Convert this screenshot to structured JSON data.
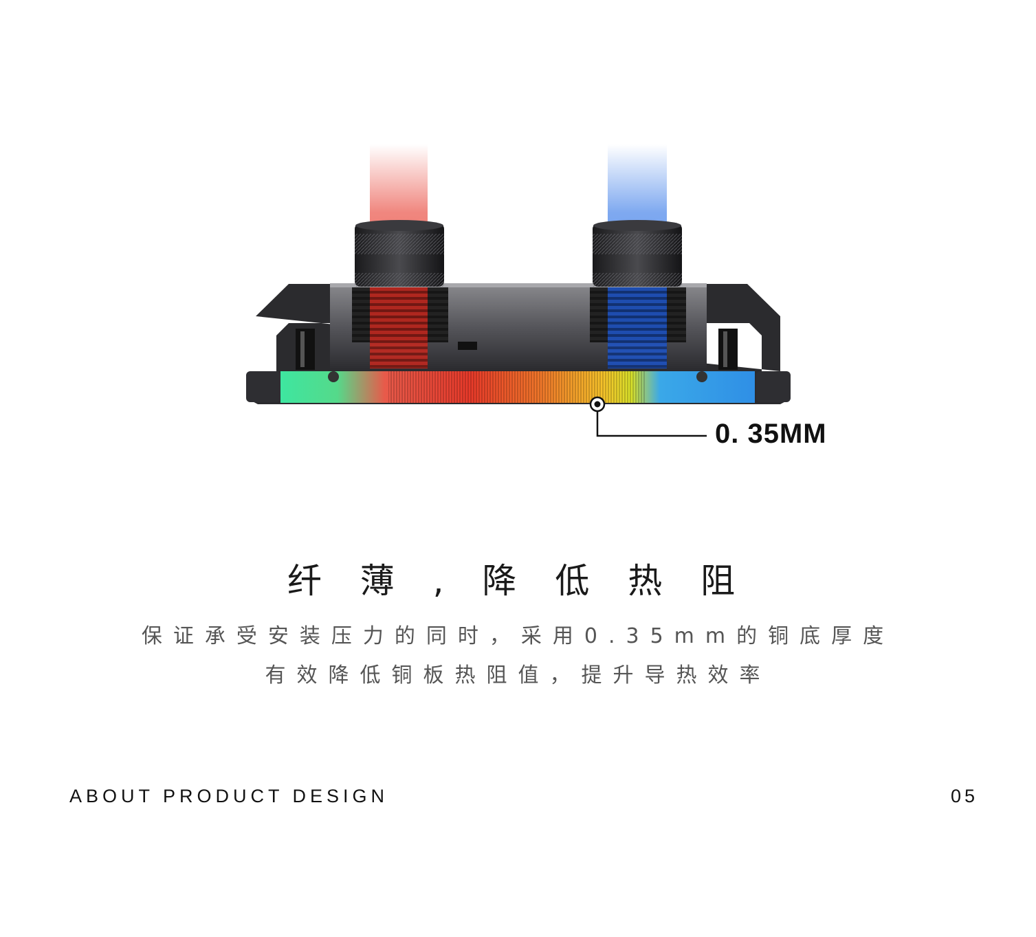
{
  "figure": {
    "measurement": "0. 35MM",
    "hot_color": "#e23a2a",
    "cold_color": "#2f6fe0"
  },
  "headline": "纤 薄 , 降 低 热 阻",
  "description": {
    "line1": "保证承受安装压力的同时，采用0.35mm的铜底厚度",
    "line2": "有效降低铜板热阻值，提升导热效率"
  },
  "footer": {
    "section": "ABOUT PRODUCT DESIGN",
    "page_number": "05"
  }
}
